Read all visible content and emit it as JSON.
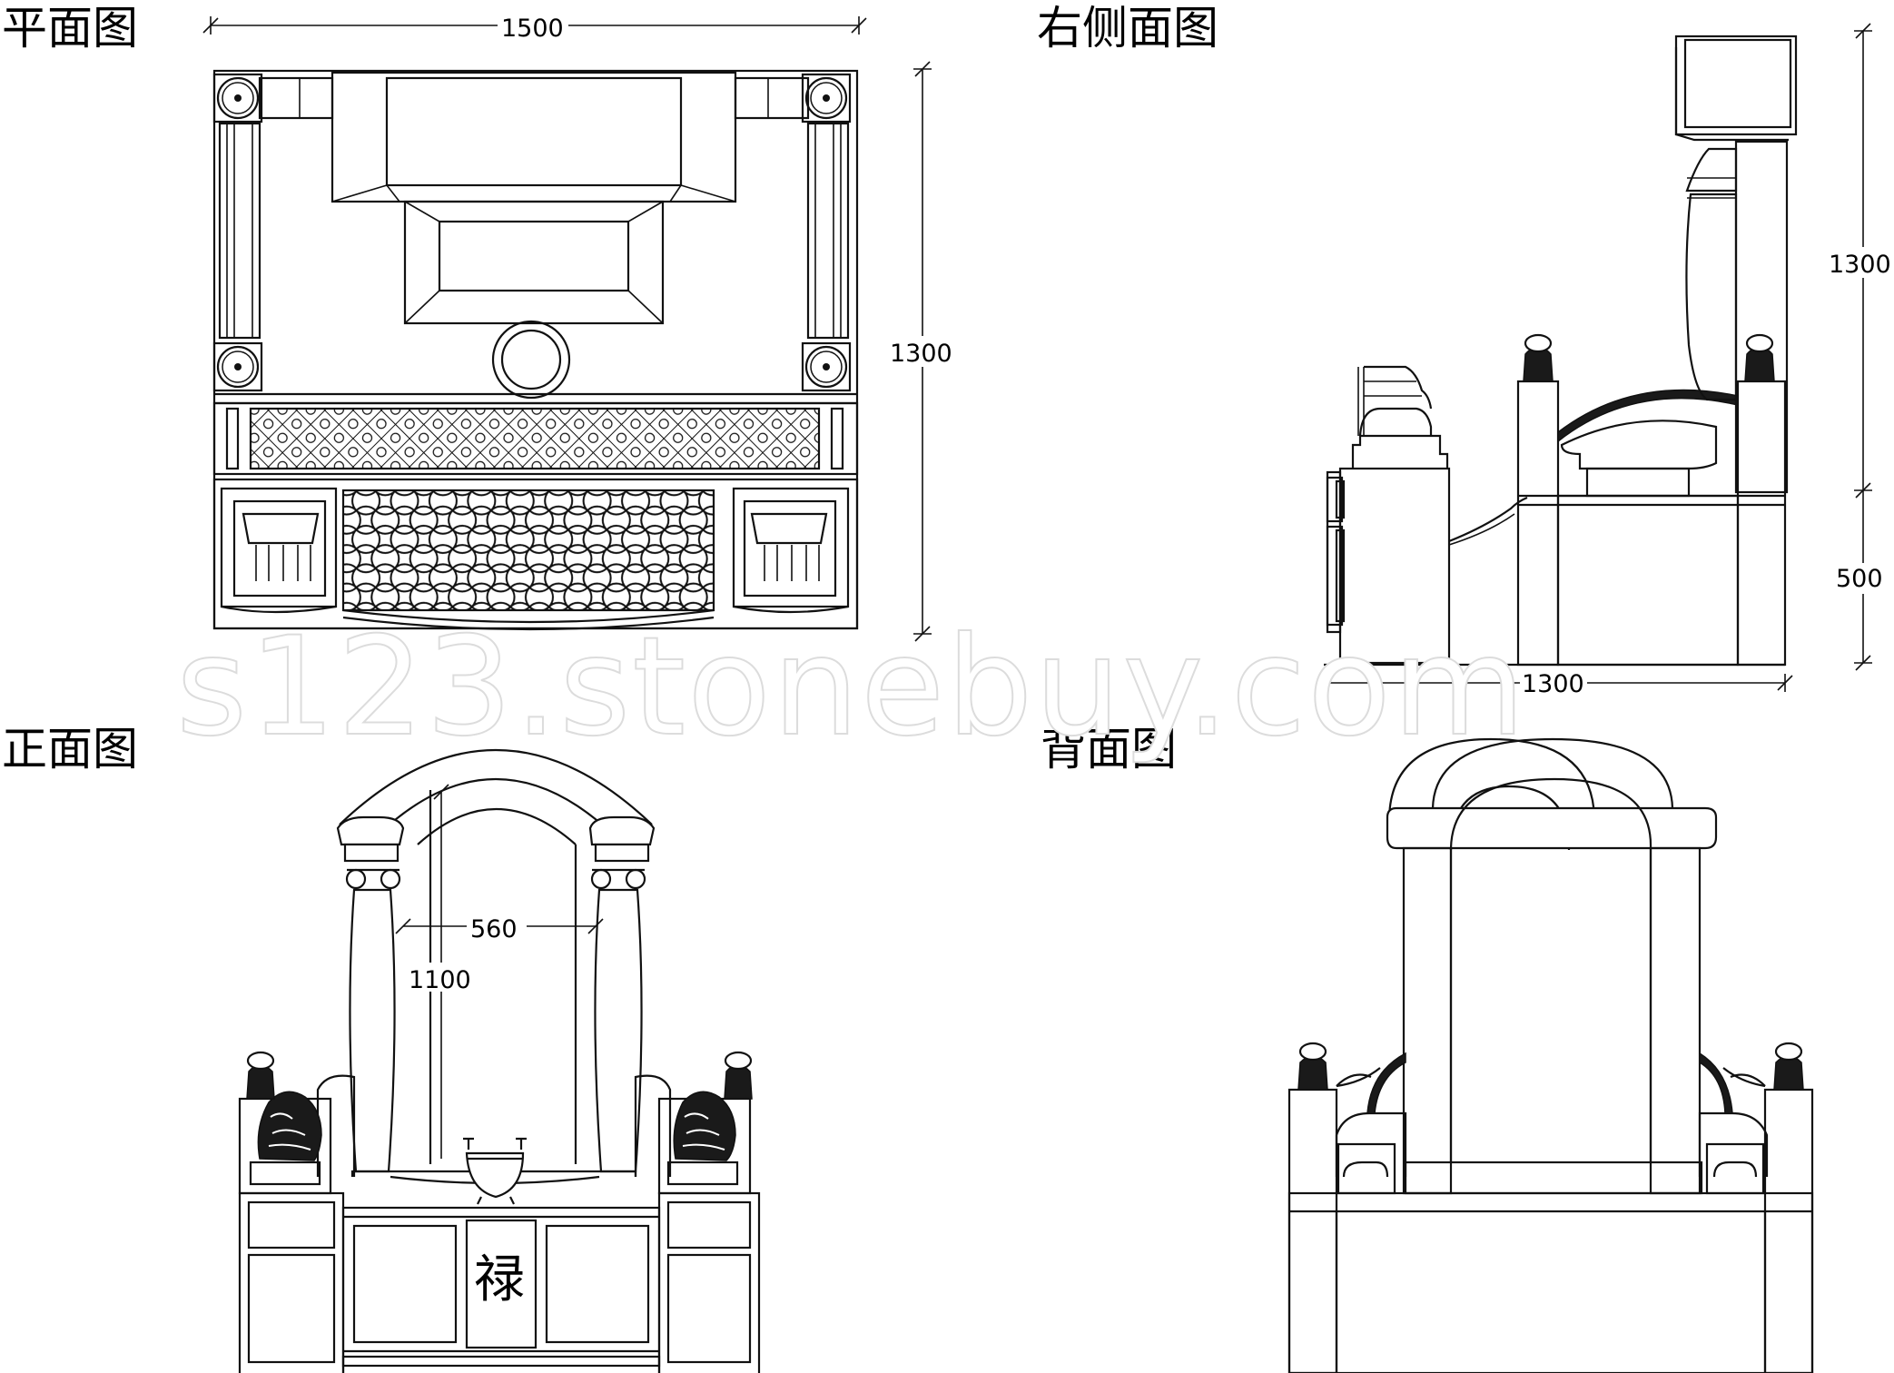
{
  "views": {
    "plan": {
      "title": "平面图",
      "width_dim": "1500",
      "depth_dim": "1300"
    },
    "side": {
      "title": "右侧面图",
      "upper_dim": "1300",
      "lower_dim": "500",
      "width_dim": "1300"
    },
    "front": {
      "title": "正面图",
      "opening_width_dim": "560",
      "opening_height_dim": "1100",
      "center_character": "禄"
    },
    "back": {
      "title": "背面图"
    }
  },
  "watermark": "s123.stonebuy.com"
}
